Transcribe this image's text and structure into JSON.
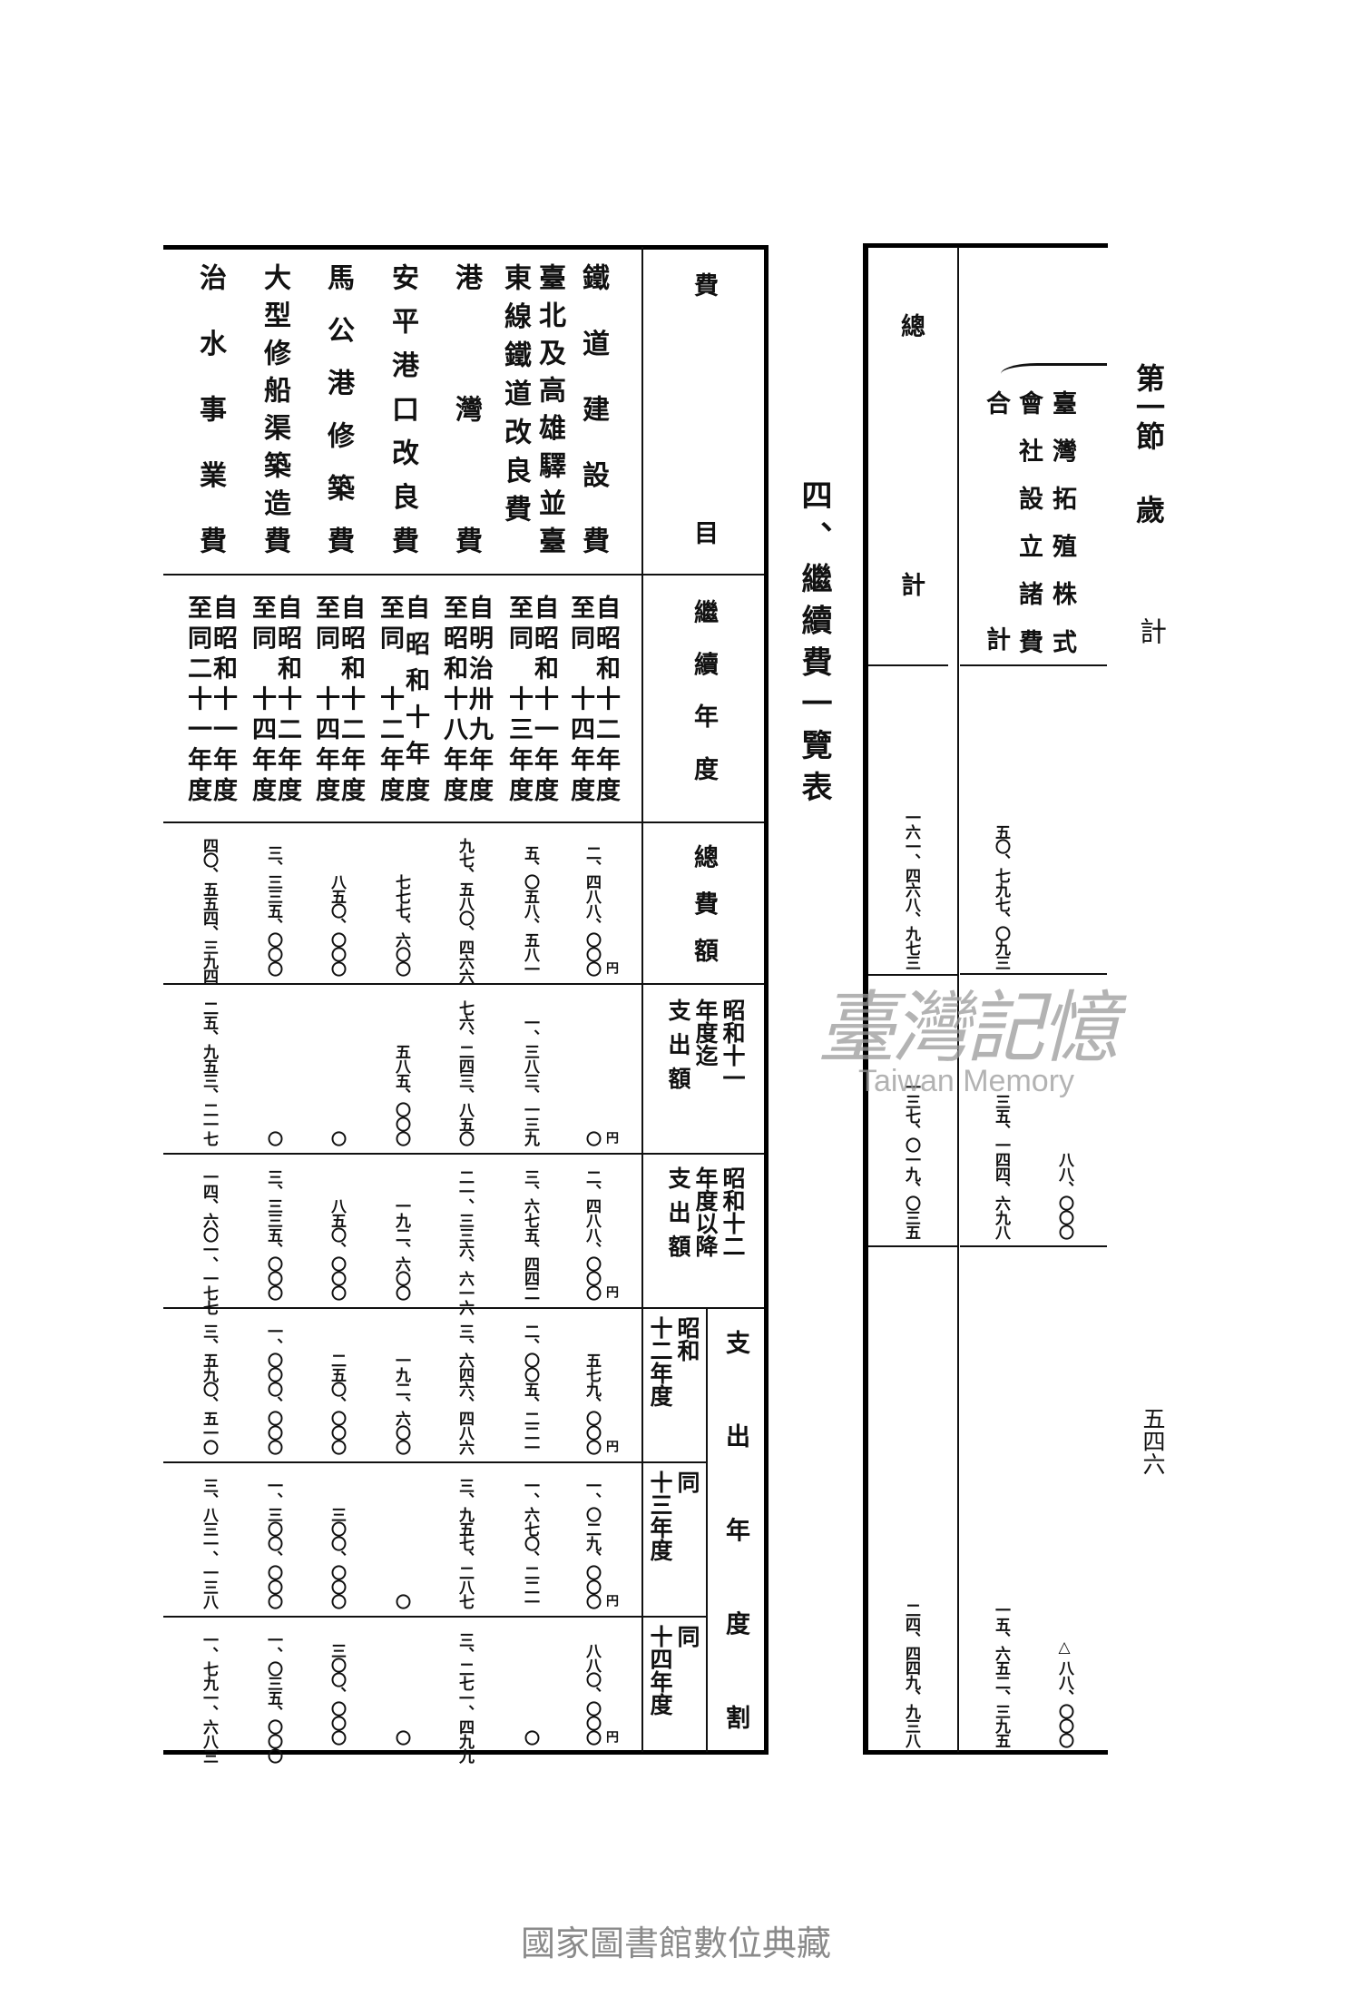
{
  "running_header": {
    "section": "第一節",
    "chapter_a": "歲",
    "chapter_b": "計"
  },
  "page_number": "五四六",
  "table_title": "四、繼續費一覽表",
  "unit": "円",
  "headers": {
    "item": "費目",
    "period": "繼續年度",
    "total": "總費額",
    "spent_to_s11": [
      "昭和十一",
      "年度迄",
      "支出額"
    ],
    "after_s12": [
      "昭和十二",
      "年度以降",
      "支出額"
    ],
    "annual_split": "支出年度割",
    "s12": [
      "昭和",
      "十二年度"
    ],
    "s13": [
      "同",
      "十三年度"
    ],
    "s14": [
      "同",
      "十四年度"
    ]
  },
  "items": [
    {
      "name_lines": [
        "鐵道建設費"
      ],
      "year_from": "自昭和十二年度",
      "year_to": "至同　十四年度",
      "total": "二、四八八、〇〇〇",
      "spent_to_s11": "〇",
      "after_s12": "二、四八八、〇〇〇",
      "s12": "五七九、〇〇〇",
      "s13": "一、〇二九、〇〇〇",
      "s14": "八八〇、〇〇〇"
    },
    {
      "name_lines": [
        "臺北及高雄驛並臺",
        "東線鐵道改良費"
      ],
      "year_from": "自昭和十一年度",
      "year_to": "至同　十三年度",
      "total": "五、〇五八、五八一",
      "spent_to_s11": "一、三八三、一三九",
      "after_s12": "三、六七五、四四二",
      "s12": "二、〇〇五、二二一",
      "s13": "一、六七〇、二二一",
      "s14": "〇"
    },
    {
      "name_lines": [
        "港灣費"
      ],
      "year_from": "自明治卅九年度",
      "year_to": "至昭和十八年度",
      "total": "九七、五八〇、四六六",
      "spent_to_s11": "七六、二四三、八五〇",
      "after_s12": "二一、三三六、六一六",
      "s12": "三、六四六、四八六",
      "s13": "三、九五七、二八七",
      "s14": "三、二七一、四九九"
    },
    {
      "name_lines": [
        "安平港口改良費"
      ],
      "year_from": "自昭和十年度",
      "year_to": "至同　十二年度",
      "total": "七七七、六〇〇",
      "spent_to_s11": "五八五、〇〇〇",
      "after_s12": "一九二、六〇〇",
      "s12": "一九二、六〇〇",
      "s13": "〇",
      "s14": "〇"
    },
    {
      "name_lines": [
        "馬公港修築費"
      ],
      "year_from": "自昭和十二年度",
      "year_to": "至同　十四年度",
      "total": "八五〇、〇〇〇",
      "spent_to_s11": "〇",
      "after_s12": "八五〇、〇〇〇",
      "s12": "二五〇、〇〇〇",
      "s13": "三〇〇、〇〇〇",
      "s14": "三〇〇、〇〇〇"
    },
    {
      "name_lines": [
        "大型修船渠築造費"
      ],
      "year_from": "自昭和十二年度",
      "year_to": "至同　十四年度",
      "total": "三、三三五、〇〇〇",
      "spent_to_s11": "〇",
      "after_s12": "三、三三五、〇〇〇",
      "s12": "一、〇〇〇、〇〇〇",
      "s13": "一、三〇〇、〇〇〇",
      "s14": "一、〇三五、〇〇〇"
    },
    {
      "name_lines": [
        "治水事業費"
      ],
      "year_from": "自昭和十一年度",
      "year_to": "至同二十一年度",
      "total": "四〇、五五四、三九四",
      "spent_to_s11": "二五、九五三、二一七",
      "after_s12": "一四、六〇一、一七七",
      "s12": "三、五九〇、五一〇",
      "s13": "三、八三一、一三八",
      "s14": "一、七九一、六八三"
    }
  ],
  "summary": {
    "grand_total_label": [
      "總",
      "計"
    ],
    "company_label": [
      "臺灣拓殖株式",
      "會社設立諸費"
    ],
    "subtotal_label": [
      "合",
      "計"
    ],
    "grand_total_values": [
      "一六一、四六八、九七三",
      "一三七、〇一九、〇三五",
      "二四、四四九、九三八"
    ],
    "subtotal_values": [
      "五〇、七九七、〇九三",
      "三五、一四四、六九八",
      "一五、六五二、三九五"
    ],
    "company_values": [
      "八八、〇〇〇",
      "△ 八八、〇〇〇"
    ]
  },
  "watermark": {
    "logo_text": "臺灣記憶",
    "caption": "Taiwan Memory",
    "color": "#9a9a9a"
  },
  "footer": "國家圖書館數位典藏"
}
